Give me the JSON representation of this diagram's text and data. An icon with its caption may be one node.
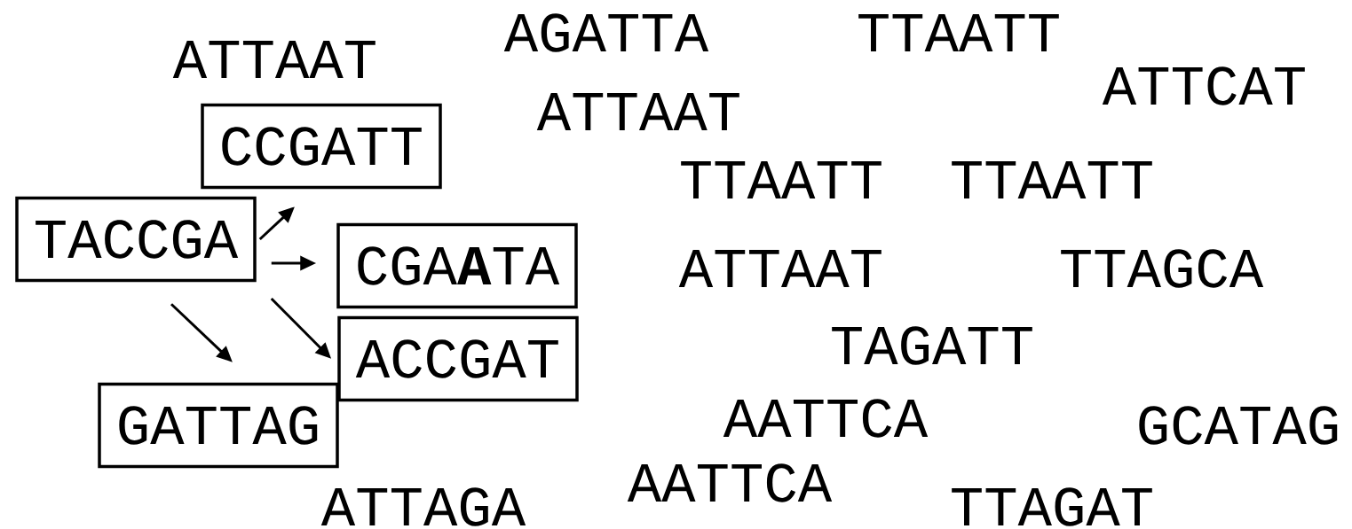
{
  "diagram": {
    "nodes": [
      {
        "text": [
          "TACCGA"
        ]
      },
      {
        "text": [
          "CCGATT"
        ]
      },
      {
        "text": [
          "CGA**A**TA"
        ]
      },
      {
        "text": [
          "ACCGAT"
        ]
      },
      {
        "text": [
          "GATTAG"
        ]
      }
    ],
    "edges": [
      {
        "from": 0,
        "to": 1,
        "arrow": "to"
      },
      {
        "from": 0,
        "to": 2,
        "arrow": "to"
      },
      {
        "from": 0,
        "to": 3,
        "arrow": "to"
      },
      {
        "from": 0,
        "to": 4,
        "arrow": "to"
      }
    ],
    "labels": [
      "AGATTA",
      "TTAATT",
      "ATTAAT",
      "ATTCAT",
      "ATTAAT",
      "TTAATT",
      "TTAATT",
      "ATTAAT",
      "TTAGCA",
      "TAGATT",
      "AATTCA",
      "GCATAG",
      "AATTCA",
      "ATTAGA",
      "TTAGAT"
    ]
  }
}
